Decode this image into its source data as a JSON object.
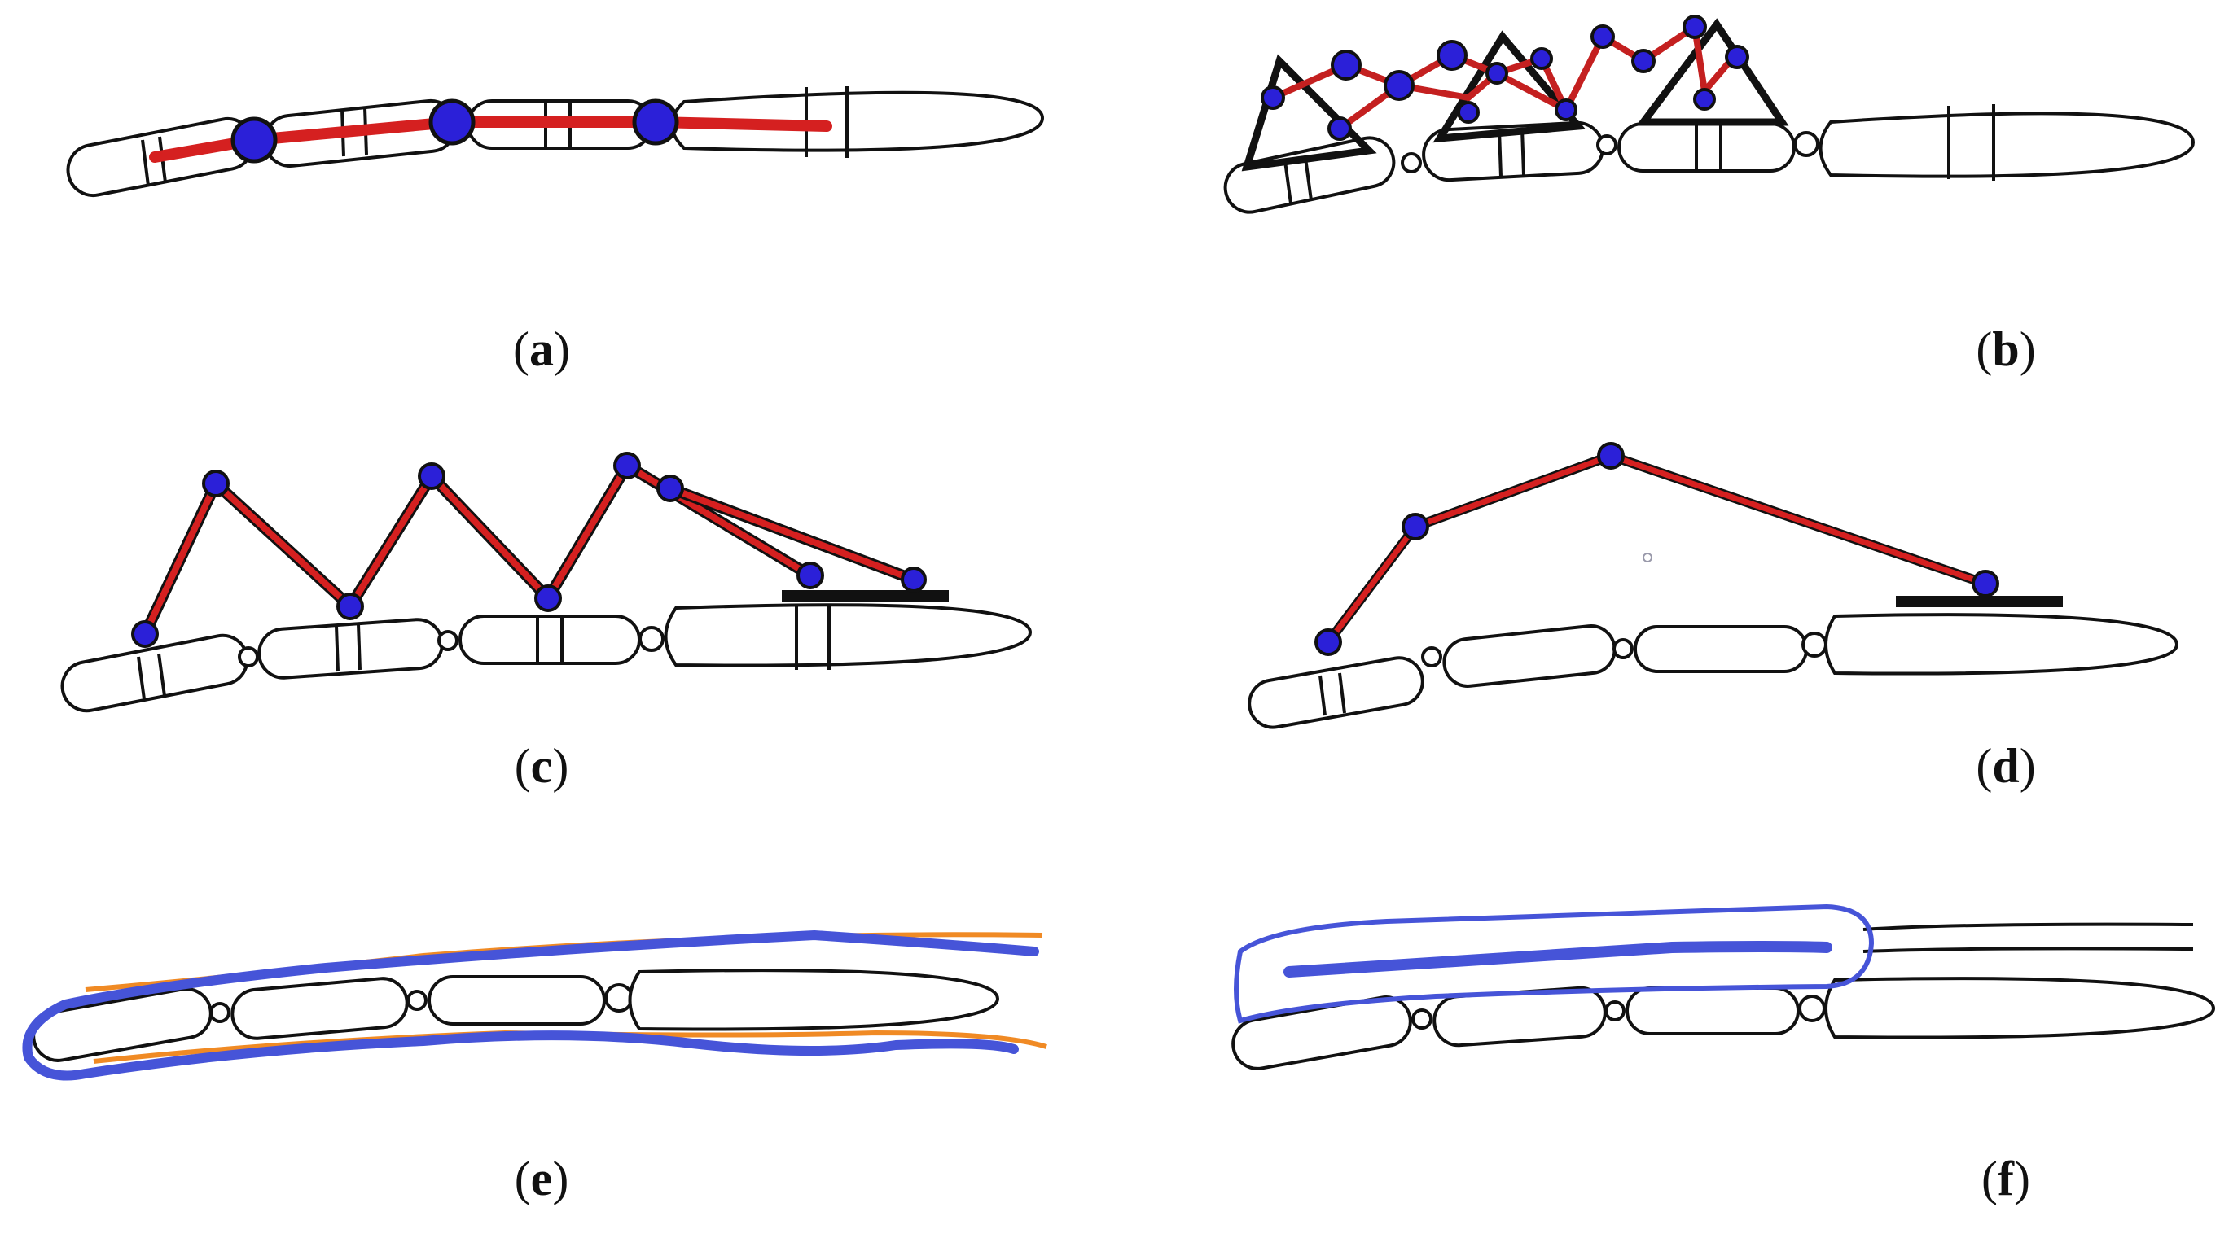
{
  "panels": [
    {
      "id": "a",
      "caption": "a"
    },
    {
      "id": "b",
      "caption": "b"
    },
    {
      "id": "c",
      "caption": "c"
    },
    {
      "id": "d",
      "caption": "d"
    },
    {
      "id": "e",
      "caption": "e"
    },
    {
      "id": "f",
      "caption": "f"
    }
  ],
  "colors": {
    "outline": "#111111",
    "link": "#d52020",
    "joint": "#2b20d8",
    "contour_blue": "#4654d8",
    "contour_orange": "#f08a24",
    "pad": "#111111"
  }
}
